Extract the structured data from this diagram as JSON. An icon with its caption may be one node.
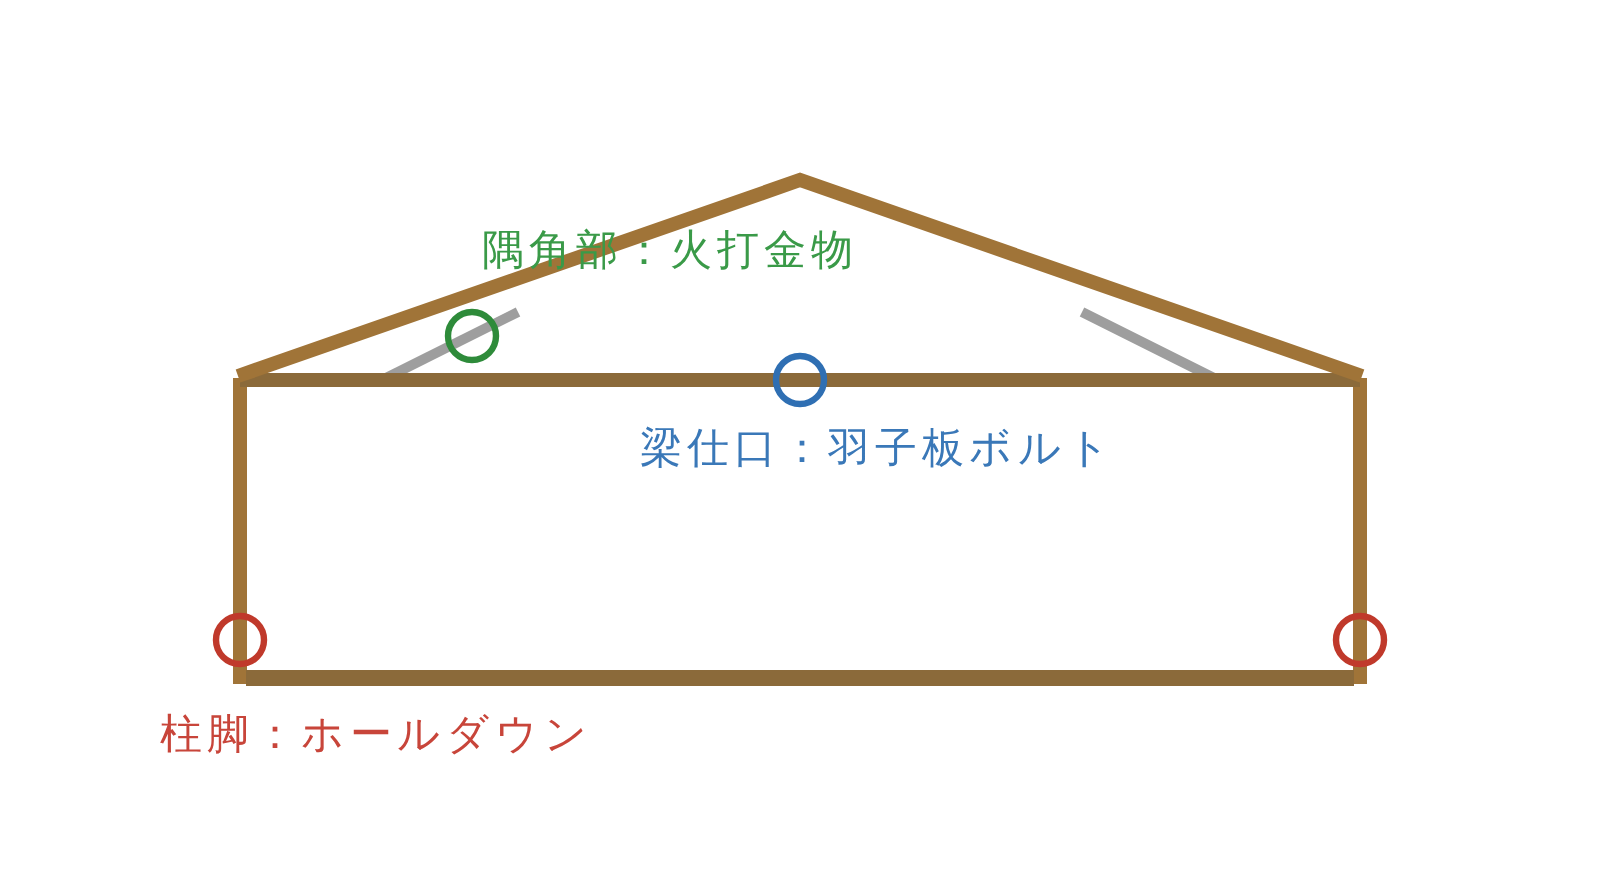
{
  "diagram": {
    "labels": [
      "隅角部：火打金物",
      "梁仕口：羽子板ボルト",
      "柱脚：ホールダウン"
    ]
  }
}
